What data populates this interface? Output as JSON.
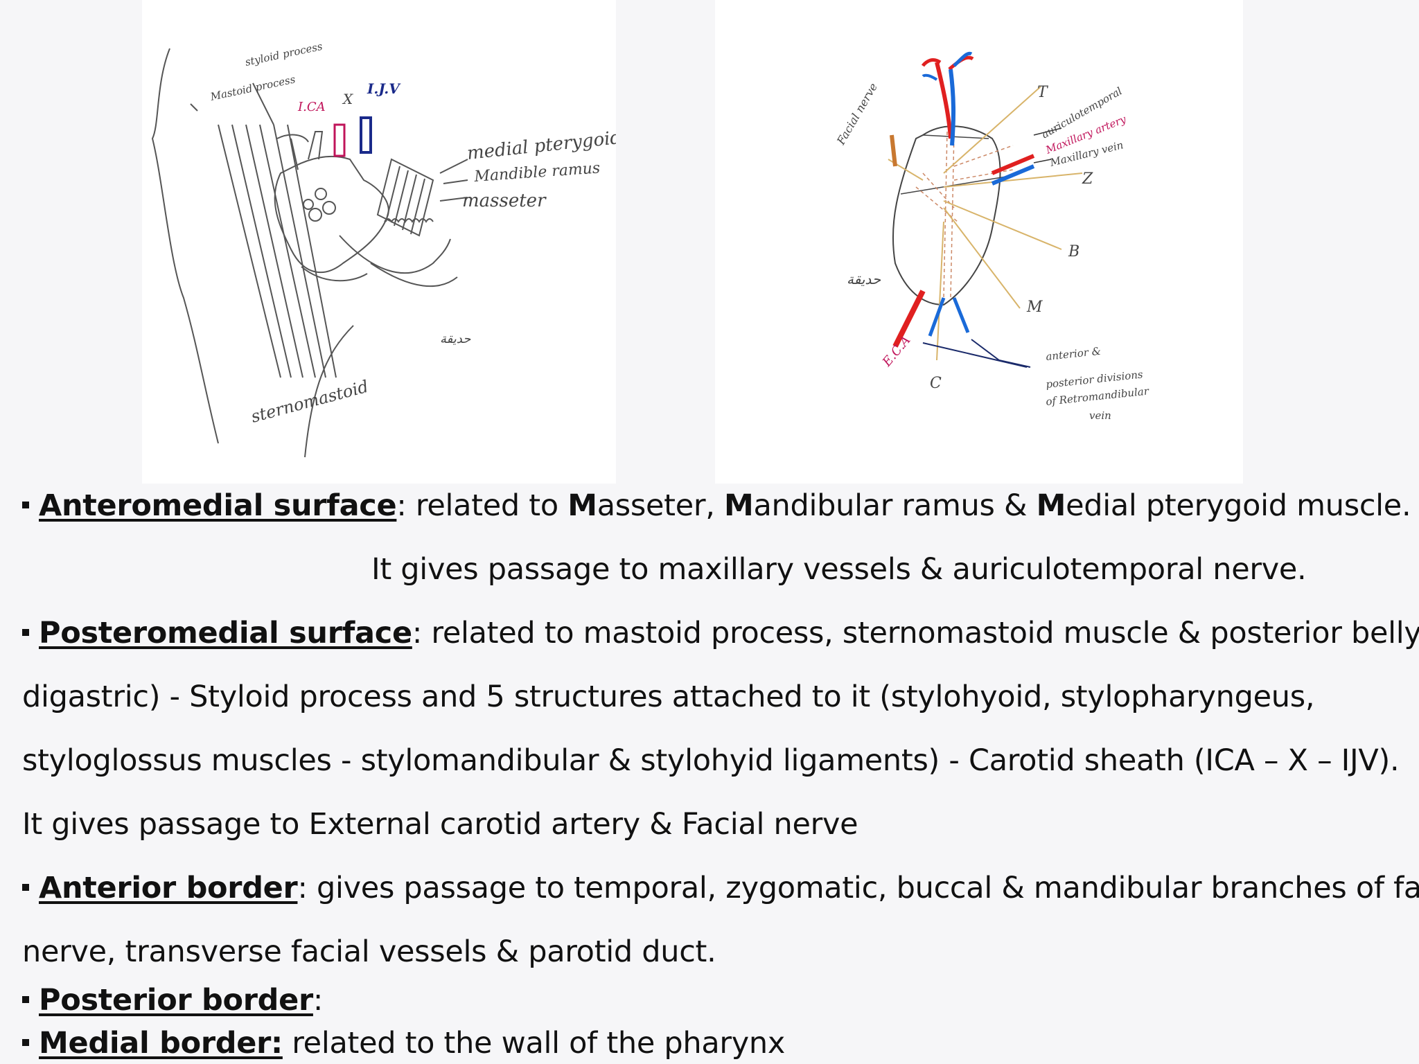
{
  "figures": {
    "left": {
      "labels": {
        "styloid": "styloid process",
        "mastoid": "Mastoid process",
        "ica": "I.CA",
        "x": "X",
        "ijv": "I.J.V",
        "medial_pterygoid": "medial pterygoid",
        "mandible_ramus": "Mandible ramus",
        "masseter": "masseter",
        "sternomastoid": "sternomastoid",
        "arabic": "حديقة"
      }
    },
    "right": {
      "labels": {
        "facial_nerve": "Facial nerve",
        "t": "T",
        "auriculotemporal": "auriculotemporal",
        "maxillary_artery": "Maxillary artery",
        "maxillary_vein": "Maxillary vein",
        "z": "Z",
        "b": "B",
        "m": "M",
        "c": "C",
        "eca": "E.C.A",
        "arabic": "حديقة",
        "annot1": "anterior &",
        "annot2": "posterior divisions",
        "annot3": "of Retromandibular",
        "annot4": "vein"
      }
    }
  },
  "text": {
    "l1_head": "Anteromedial surface",
    "l1_a": ": related to  ",
    "l1_m1": "M",
    "l1_b": "asseter, ",
    "l1_m2": "M",
    "l1_c": "andibular ramus & ",
    "l1_m3": "M",
    "l1_d": "edial pterygoid muscle.",
    "l2": "It gives passage to maxillary vessels & auriculotemporal nerve.",
    "l3_head": "Posteromedial surface",
    "l3_rest": ": related to mastoid process, sternomastoid muscle & posterior belly of",
    "l4": "digastric) - Styloid  process  and 5 structures attached to it (stylohyoid, stylopharyngeus,",
    "l5": "styloglossus muscles - stylomandibular & stylohyid ligaments) - Carotid sheath (ICA – X – IJV).",
    "l6": " It gives passage to External carotid artery & Facial nerve",
    "l7_head": "Anterior border",
    "l7_rest": ": gives passage to temporal, zygomatic, buccal & mandibular branches of facial",
    "l8": "nerve, transverse facial vessels & parotid duct.",
    "l9_head": "Posterior border",
    "l9_rest": ":",
    "l10_head": "Medial border:",
    "l10_rest": " related to the wall of the pharynx"
  }
}
